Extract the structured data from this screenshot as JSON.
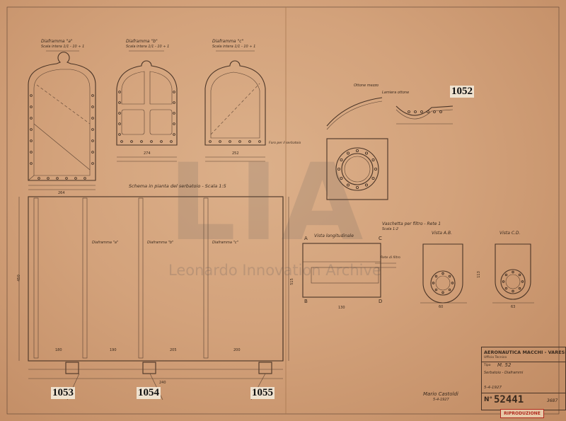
{
  "diagrams": [
    {
      "label": "Diaframma \"a\"",
      "scale": "Scala intera 1/1 - 10 ÷ 1"
    },
    {
      "label": "Diaframma \"b\"",
      "scale": "Scala intera 1/1 - 10 ÷ 1"
    },
    {
      "label": "Diaframma \"c\"",
      "scale": "Scala intera 1/1 - 10 ÷ 1"
    }
  ],
  "section_titles": {
    "plan": "Schema in pianta del serbatoio - Scala 1:5",
    "side_view": "Vista longitudinale",
    "filter_box": "Vaschetta per filtro - Rete 1",
    "filter_box_scale": "Scala 1:2",
    "view_ab": "Vista A.B.",
    "view_cd": "Vista C.D."
  },
  "view_letters": [
    "A",
    "B",
    "C",
    "D"
  ],
  "plan_labels": [
    "Diaframma \"a\"",
    "Diaframma \"b\"",
    "Diaframma \"c\""
  ],
  "dimensions": {
    "overall_length": "515",
    "height": "450",
    "bottom_segments": [
      "180",
      "190",
      "205",
      "240",
      "200"
    ],
    "box_width": "130",
    "diag_widths": [
      "264",
      "274",
      "252"
    ],
    "view_dims": [
      "60",
      "63",
      "113"
    ]
  },
  "detail_notes": [
    "Ottone mezzo",
    "Lamiera ottone",
    "Foro per il serbatoio",
    "Rete di filtro"
  ],
  "reference_numbers": [
    "1052",
    "1053",
    "1054",
    "1055"
  ],
  "watermark": {
    "letters": "LIA",
    "text": "Leonardo Innovation Archive"
  },
  "title_block": {
    "company": "AERONAUTICA MACCHI - VARESE",
    "subtitle": "Ufficio Tecnico",
    "model_label": "Tipo",
    "model": "M. 52",
    "subject": "Serbatoio - Diaframmi",
    "date": "5-4-1927",
    "drawing_number_label": "N°",
    "drawing_number": "52441",
    "sheet_ref": "3687"
  },
  "signature": {
    "name": "Mario Castoldi",
    "date": "5-4-1927"
  },
  "stamp": "RIPRODUZIONE"
}
